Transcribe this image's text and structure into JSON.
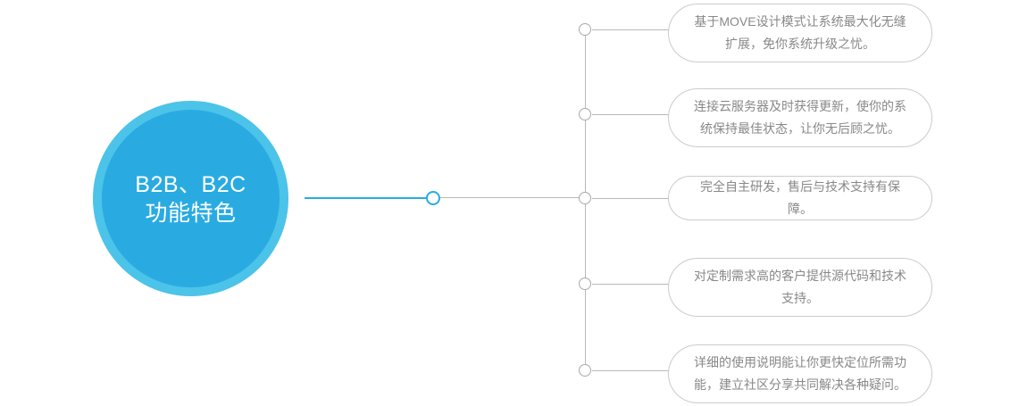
{
  "diagram": {
    "type": "radial-branch-mindmap",
    "hub": {
      "label": "B2B、B2C\n功能特色",
      "text_color": "#ffffff",
      "outer_color": "#4cc3e9",
      "inner_color": "#29abe2"
    },
    "connector": {
      "accent_color": "#29abe2",
      "line_color": "#b9b9b9",
      "node_color": "#a9a9a9"
    },
    "branches": [
      {
        "id": "branch-1",
        "node_name": "spine-node-1",
        "text": "基于MOVE设计模式让系统最大化无缝扩展，免你系统升级之忧。",
        "size": "tall"
      },
      {
        "id": "branch-2",
        "node_name": "spine-node-2",
        "text": "连接云服务器及时获得更新，使你的系统保持最佳状态，让你无后顾之忧。",
        "size": "tall"
      },
      {
        "id": "branch-3",
        "node_name": "spine-node-3",
        "text": "完全自主研发，售后与技术支持有保障。",
        "size": "short"
      },
      {
        "id": "branch-4",
        "node_name": "spine-node-4",
        "text": "对定制需求高的客户提供源代码和技术支持。",
        "size": "tall"
      },
      {
        "id": "branch-5",
        "node_name": "spine-node-5",
        "text": "详细的使用说明能让你更快定位所需功能，建立社区分享共同解决各种疑问。",
        "size": "tall"
      }
    ]
  }
}
